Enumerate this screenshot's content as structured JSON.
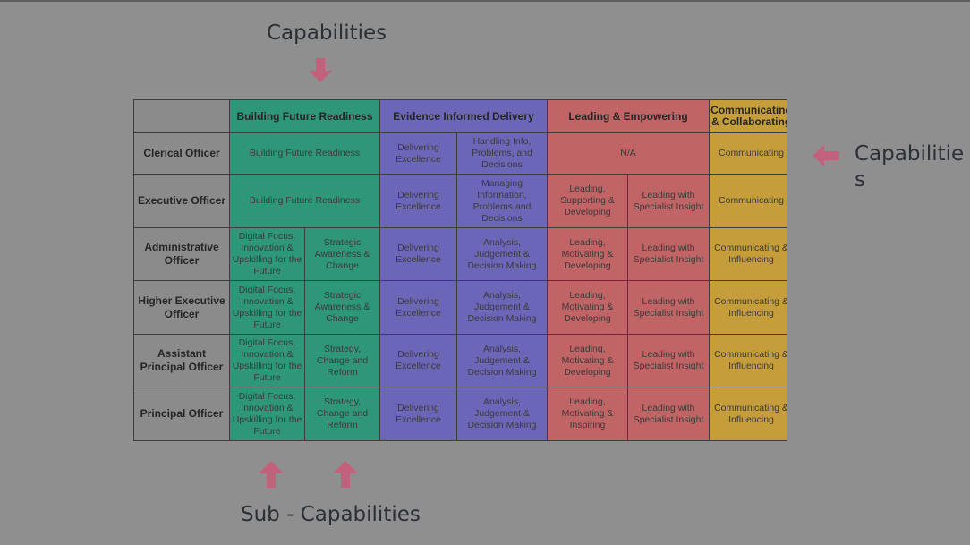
{
  "labels": {
    "top": "Capabilities",
    "right": "Capabilities",
    "bottom": "Sub - Capabilities"
  },
  "colors": {
    "background": "#8f8f8f",
    "grey": "#8b8b8b",
    "green": "#2e9679",
    "blue": "#6c66b8",
    "red": "#c06466",
    "gold": "#c59d3a",
    "arrow": "#c2617b"
  },
  "table": {
    "headers": [
      "",
      "Building Future Readiness",
      "Evidence Informed Delivery",
      "Leading & Empowering",
      "Communicating & Collaborating"
    ],
    "rows": [
      {
        "label": "Clerical Officer",
        "cells": [
          "Building Future Readiness",
          "Delivering Excellence",
          "Handling Info, Problems, and Decisions",
          "N/A",
          "Communicating"
        ]
      },
      {
        "label": "Executive Officer",
        "cells": [
          "Building Future Readiness",
          "Delivering Excellence",
          "Managing Information, Problems and Decisions",
          "Leading, Supporting & Developing",
          "Leading with Specialist Insight",
          "Communicating"
        ]
      },
      {
        "label": "Administrative Officer",
        "cells": [
          "Digital Focus, Innovation & Upskilling for the Future",
          "Strategic Awareness & Change",
          "Delivering Excellence",
          "Analysis, Judgement & Decision Making",
          "Leading, Motivating & Developing",
          "Leading with Specialist Insight",
          "Communicating & Influencing"
        ]
      },
      {
        "label": "Higher Executive Officer",
        "cells": [
          "Digital Focus, Innovation & Upskilling for the Future",
          "Strategic Awareness & Change",
          "Delivering Excellence",
          "Analysis, Judgement & Decision Making",
          "Leading, Motivating & Developing",
          "Leading with Specialist Insight",
          "Communicating & Influencing"
        ]
      },
      {
        "label": "Assistant Principal Officer",
        "cells": [
          "Digital Focus, Innovation & Upskilling for the Future",
          "Strategy, Change and Reform",
          "Delivering Excellence",
          "Analysis, Judgement & Decision Making",
          "Leading, Motivating & Developing",
          "Leading with Specialist Insight",
          "Communicating & Influencing"
        ]
      },
      {
        "label": "Principal Officer",
        "cells": [
          "Digital Focus, Innovation & Upskilling for the Future",
          "Strategy, Change and Reform",
          "Delivering Excellence",
          "Analysis, Judgement & Decision Making",
          "Leading, Motivating & Inspiring",
          "Leading with Specialist Insight",
          "Communicating & Influencing"
        ]
      }
    ]
  }
}
